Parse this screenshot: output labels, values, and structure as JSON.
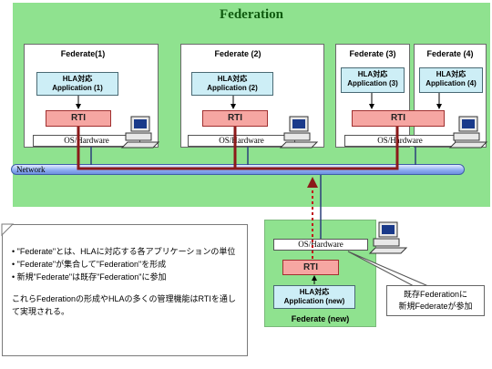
{
  "title": "Federation",
  "federates": [
    {
      "title": "Federate(1)",
      "app_line1": "HLA対応",
      "app_line2": "Application (1)",
      "rti": "RTI",
      "os": "OS/Hardware"
    },
    {
      "title": "Federate (2)",
      "app_line1": "HLA対応",
      "app_line2": "Application (2)",
      "rti": "RTI",
      "os": "OS/Hardware"
    },
    {
      "title": "Federate (3)",
      "app_line1": "HLA対応",
      "app_line2": "Application (3)",
      "rti": "RTI",
      "os": "OS/Hardware"
    },
    {
      "title": "Federate (4)",
      "app_line1": "HLA対応",
      "app_line2": "Application (4)"
    }
  ],
  "network_label": "Network",
  "new_federate": {
    "title": "Federate (new)",
    "app_line1": "HLA対応",
    "app_line2": "Application (new)",
    "rti": "RTI",
    "os": "OS/Hardware"
  },
  "note": {
    "bullets": [
      "• \"Federate\"とは、HLAに対応する各アプリケーションの単位",
      "• \"Federate\"が集合して\"Federation\"を形成",
      "• 新規\"Federate\"は既存\"Federation\"に参加"
    ],
    "summary": "これらFederationの形成やHLAの多くの管理機能はRTIを通して実現される。"
  },
  "callout": {
    "line1": "既存Federationに",
    "line2": "新規Federateが参加"
  },
  "colors": {
    "federation_bg": "#8fe28f",
    "app_bg": "#cdeef6",
    "rti_bg": "#f6a6a2",
    "link": "#8b1a1a",
    "network": "#8aa9f0"
  }
}
